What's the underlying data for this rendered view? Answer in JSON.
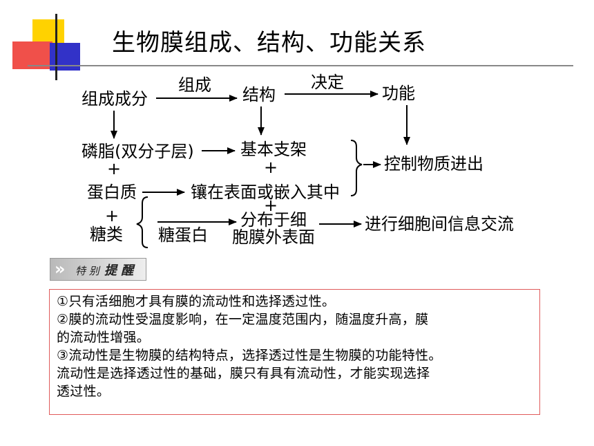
{
  "title": "生物膜组成、结构、功能关系",
  "diagram": {
    "n1": "组成成分",
    "n2": "结构",
    "n3": "功能",
    "e1": "组成",
    "e2": "决定",
    "r1": "磷脂(双分子层)",
    "r2": "基本支架",
    "plus": "+",
    "r3": "蛋白质",
    "r4": "镶在表面或嵌入其中",
    "r5": "控制物质进出",
    "r6": "糖类",
    "r7": "糖蛋白",
    "r8a": "分布于细",
    "r8b": "胞膜外表面",
    "r9": "进行细胞间信息交流"
  },
  "callout": {
    "chevron": "»",
    "label1": "特 别",
    "label2": "提 醒"
  },
  "notes": [
    "①只有活细胞才具有膜的流动性和选择透过性。",
    "②膜的流动性受温度影响，在一定温度范围内，随温度升高，膜",
    "的流动性增强。",
    "③流动性是生物膜的结构特点，选择透过性是生物膜的功能特性。",
    "流动性是选择透过性的基础，膜只有具有流动性，才能实现选择",
    "透过性。"
  ],
  "colors": {
    "accent_yellow": "#ffd200",
    "accent_red": "#f0504a",
    "accent_blue": "#3232c8",
    "note_border": "#e05a5a"
  }
}
